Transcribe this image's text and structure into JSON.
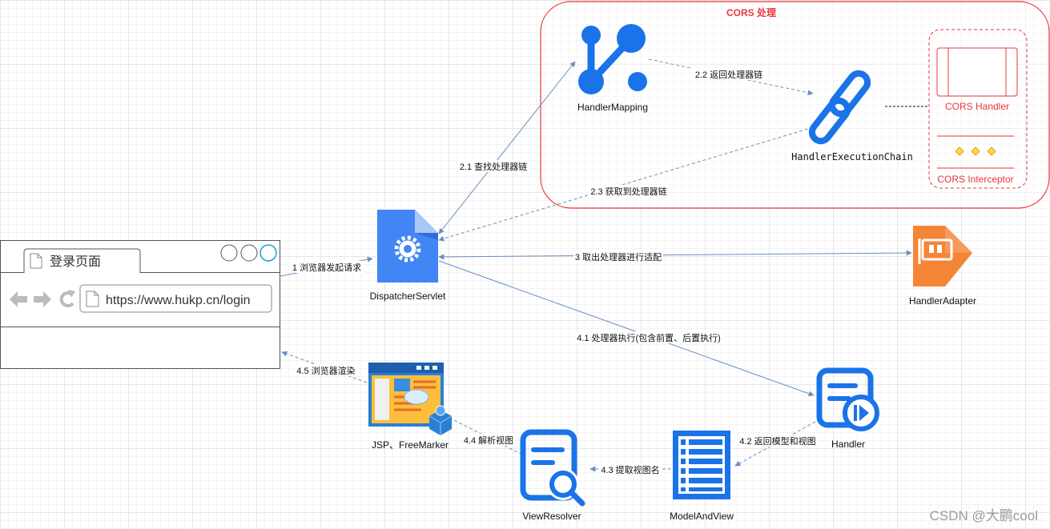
{
  "cors_group": {
    "title": "CORS 处理",
    "color": "#e8383d"
  },
  "cors_chain": {
    "handler_label": "CORS Handler",
    "interceptor_label": "CORS Interceptor"
  },
  "browser": {
    "tab_title": "登录页面",
    "url": "https://www.hukp.cn/login"
  },
  "nodes": {
    "dispatcher": "DispatcherServlet",
    "handler_mapping": "HandlerMapping",
    "execution_chain": "HandlerExecutionChain",
    "handler_adapter": "HandlerAdapter",
    "handler": "Handler",
    "model_and_view": "ModelAndView",
    "view_resolver": "ViewResolver",
    "view": "JSP、FreeMarker"
  },
  "edges": {
    "e1": "1 浏览器发起请求",
    "e21": "2.1 查找处理器链",
    "e22": "2.2 返回处理器链",
    "e23": "2.3 获取到处理器链",
    "e3": "3 取出处理器进行适配",
    "e41": "4.1 处理器执行(包含前置、后置执行)",
    "e42": "4.2 返回模型和视图",
    "e43": "4.3 提取视图名",
    "e44": "4.4 解析视图",
    "e45": "4.5 浏览器渲染"
  },
  "colors": {
    "blue": "#1a73e8",
    "google_blue": "#4285f4",
    "edge": "#6c8ebf",
    "orange": "#f58536"
  },
  "icons": {
    "dispatcher": "gear-document-icon",
    "handler_mapping": "branch-icon",
    "execution_chain": "chain-link-icon",
    "handler_adapter": "network-card-icon",
    "handler": "document-play-icon",
    "model_and_view": "list-icon",
    "view_resolver": "document-search-icon",
    "view": "web-page-icon"
  },
  "watermark": "CSDN @大鹏cool"
}
